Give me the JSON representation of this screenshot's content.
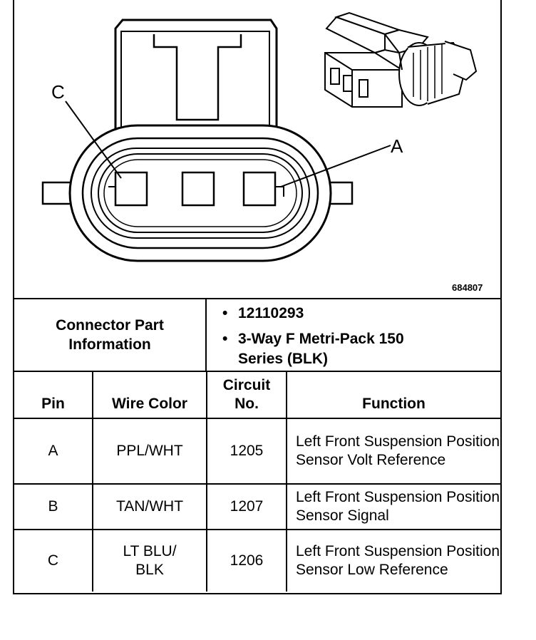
{
  "diagram": {
    "id": "684807",
    "pin_callouts": [
      "C",
      "A"
    ]
  },
  "connector_info": {
    "label": "Connector Part Information",
    "items": [
      "12110293",
      "3-Way F Metri-Pack 150 Series (BLK)"
    ]
  },
  "table": {
    "headers": {
      "pin": "Pin",
      "wire_color": "Wire Color",
      "circuit": "Circuit No.",
      "function": "Function"
    },
    "rows": [
      {
        "pin": "A",
        "wire_color": "PPL/WHT",
        "circuit": "1205",
        "function": "Left Front Suspension Position Sensor Volt Reference"
      },
      {
        "pin": "B",
        "wire_color": "TAN/WHT",
        "circuit": "1207",
        "function": "Left Front Suspension Position Sensor Signal"
      },
      {
        "pin": "C",
        "wire_color": "LT BLU/ BLK",
        "circuit": "1206",
        "function": "Left Front Suspension Position Sensor Low Reference"
      }
    ]
  }
}
